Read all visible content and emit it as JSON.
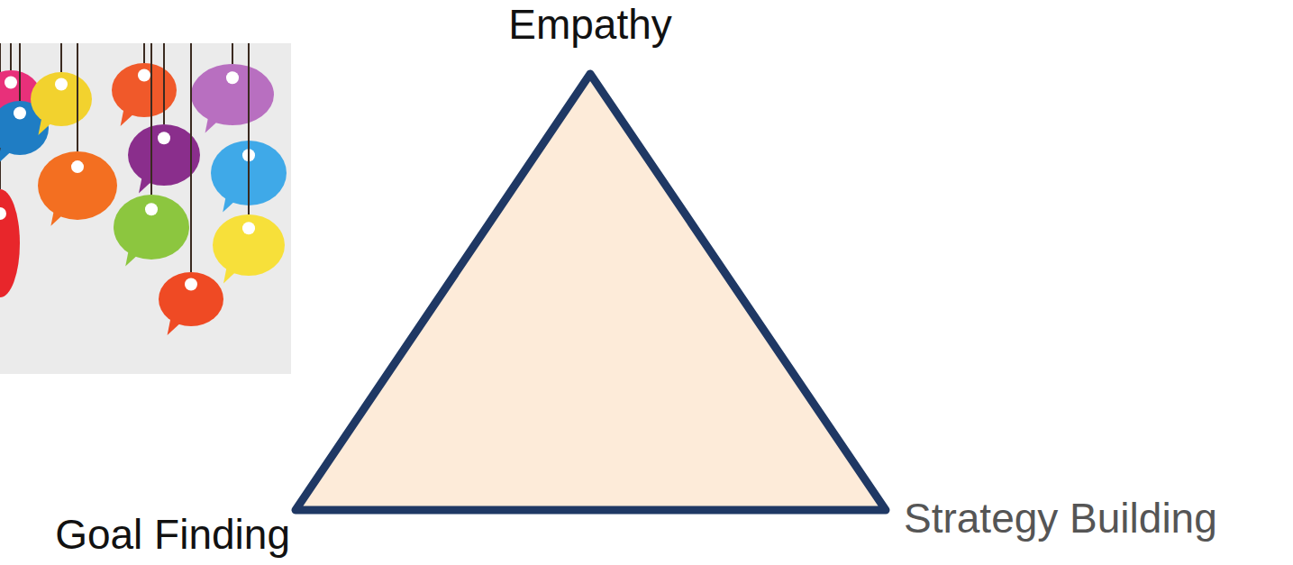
{
  "diagram": {
    "labels": [
      "Empathy",
      "Goal Finding",
      "Strategy Building"
    ]
  }
}
